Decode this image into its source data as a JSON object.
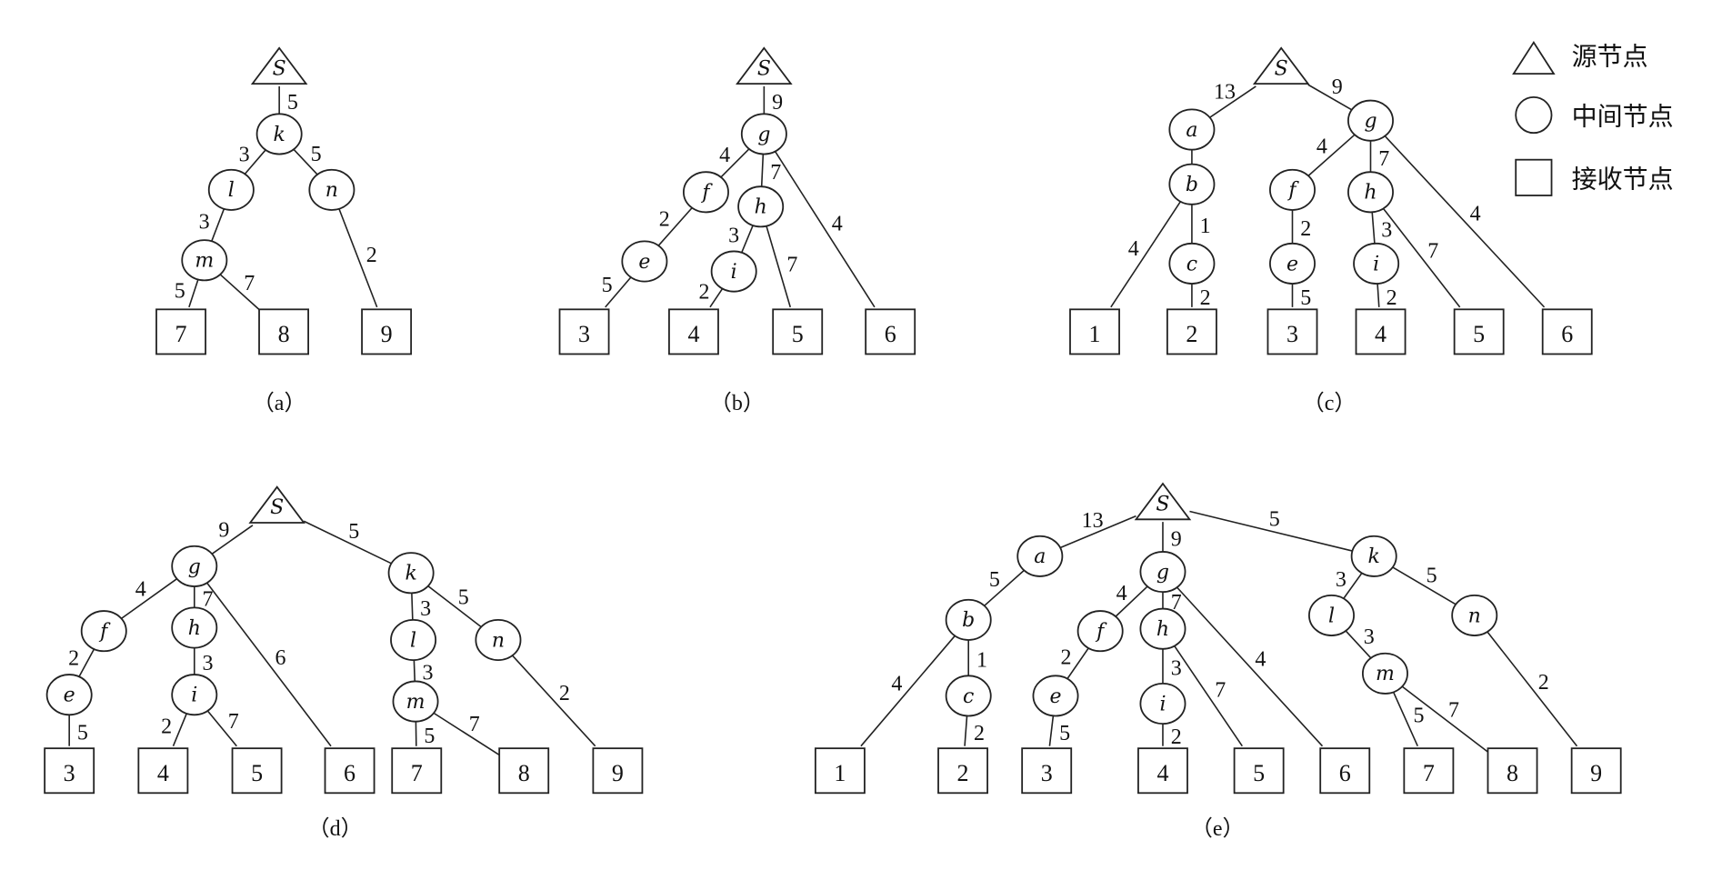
{
  "legend": {
    "source": "源节点",
    "intermediate": "中间节点",
    "sink": "接收节点"
  },
  "panels": [
    {
      "caption": "（a）",
      "source": "S",
      "nodes": [
        "k",
        "l",
        "n",
        "m"
      ],
      "sinks": [
        "7",
        "8",
        "9"
      ],
      "edges": [
        {
          "from": "S",
          "to": "k",
          "w": "5"
        },
        {
          "from": "k",
          "to": "l",
          "w": "3"
        },
        {
          "from": "k",
          "to": "n",
          "w": "5"
        },
        {
          "from": "l",
          "to": "m",
          "w": "3"
        },
        {
          "from": "m",
          "to": "7",
          "w": "5"
        },
        {
          "from": "m",
          "to": "8",
          "w": "7"
        },
        {
          "from": "n",
          "to": "9",
          "w": "2"
        }
      ]
    },
    {
      "caption": "（b）",
      "source": "S",
      "nodes": [
        "g",
        "f",
        "h",
        "e",
        "i"
      ],
      "sinks": [
        "3",
        "4",
        "5",
        "6"
      ],
      "edges": [
        {
          "from": "S",
          "to": "g",
          "w": "9"
        },
        {
          "from": "g",
          "to": "f",
          "w": "4"
        },
        {
          "from": "g",
          "to": "h",
          "w": "7"
        },
        {
          "from": "g",
          "to": "6",
          "w": "4"
        },
        {
          "from": "f",
          "to": "e",
          "w": "2"
        },
        {
          "from": "e",
          "to": "3",
          "w": "5"
        },
        {
          "from": "h",
          "to": "i",
          "w": "3"
        },
        {
          "from": "h",
          "to": "5",
          "w": "7"
        },
        {
          "from": "i",
          "to": "4",
          "w": "2"
        }
      ]
    },
    {
      "caption": "（c）",
      "source": "S",
      "nodes": [
        "a",
        "g",
        "b",
        "f",
        "h",
        "c",
        "e",
        "i"
      ],
      "sinks": [
        "1",
        "2",
        "3",
        "4",
        "5",
        "6"
      ],
      "edges": [
        {
          "from": "S",
          "to": "a",
          "w": "13"
        },
        {
          "from": "S",
          "to": "g",
          "w": "9"
        },
        {
          "from": "a",
          "to": "b",
          "w": ""
        },
        {
          "from": "b",
          "to": "1",
          "w": "4"
        },
        {
          "from": "b",
          "to": "c",
          "w": "1"
        },
        {
          "from": "c",
          "to": "2",
          "w": "2"
        },
        {
          "from": "g",
          "to": "f",
          "w": "4"
        },
        {
          "from": "g",
          "to": "h",
          "w": "7"
        },
        {
          "from": "g",
          "to": "6",
          "w": "4"
        },
        {
          "from": "f",
          "to": "e",
          "w": "2"
        },
        {
          "from": "e",
          "to": "3",
          "w": "5"
        },
        {
          "from": "h",
          "to": "i",
          "w": "3"
        },
        {
          "from": "h",
          "to": "5",
          "w": "7"
        },
        {
          "from": "i",
          "to": "4",
          "w": "2"
        }
      ]
    },
    {
      "caption": "（d）",
      "source": "S",
      "nodes": [
        "g",
        "k",
        "f",
        "h",
        "l",
        "n",
        "e",
        "i",
        "m"
      ],
      "sinks": [
        "3",
        "4",
        "5",
        "6",
        "7",
        "8",
        "9"
      ],
      "edges": [
        {
          "from": "S",
          "to": "g",
          "w": "9"
        },
        {
          "from": "S",
          "to": "k",
          "w": "5"
        },
        {
          "from": "g",
          "to": "f",
          "w": "4"
        },
        {
          "from": "g",
          "to": "h",
          "w": "7"
        },
        {
          "from": "g",
          "to": "6",
          "w": "6"
        },
        {
          "from": "f",
          "to": "e",
          "w": "2"
        },
        {
          "from": "e",
          "to": "3",
          "w": "5"
        },
        {
          "from": "h",
          "to": "i",
          "w": "3"
        },
        {
          "from": "i",
          "to": "4",
          "w": "2"
        },
        {
          "from": "i",
          "to": "5",
          "w": "7"
        },
        {
          "from": "k",
          "to": "l",
          "w": "3"
        },
        {
          "from": "k",
          "to": "n",
          "w": "5"
        },
        {
          "from": "l",
          "to": "m",
          "w": "3"
        },
        {
          "from": "m",
          "to": "7",
          "w": "5"
        },
        {
          "from": "m",
          "to": "8",
          "w": "7"
        },
        {
          "from": "n",
          "to": "9",
          "w": "2"
        }
      ]
    },
    {
      "caption": "（e）",
      "source": "S",
      "nodes": [
        "a",
        "g",
        "k",
        "b",
        "f",
        "h",
        "l",
        "n",
        "c",
        "e",
        "i",
        "m"
      ],
      "sinks": [
        "1",
        "2",
        "3",
        "4",
        "5",
        "6",
        "7",
        "8",
        "9"
      ],
      "edges": [
        {
          "from": "S",
          "to": "a",
          "w": "13"
        },
        {
          "from": "S",
          "to": "g",
          "w": "9"
        },
        {
          "from": "S",
          "to": "k",
          "w": "5"
        },
        {
          "from": "a",
          "to": "b",
          "w": "5"
        },
        {
          "from": "b",
          "to": "1",
          "w": "4"
        },
        {
          "from": "b",
          "to": "c",
          "w": "1"
        },
        {
          "from": "c",
          "to": "2",
          "w": "2"
        },
        {
          "from": "g",
          "to": "f",
          "w": "4"
        },
        {
          "from": "g",
          "to": "h",
          "w": "7"
        },
        {
          "from": "g",
          "to": "6",
          "w": "4"
        },
        {
          "from": "f",
          "to": "e",
          "w": "2"
        },
        {
          "from": "e",
          "to": "3",
          "w": "5"
        },
        {
          "from": "h",
          "to": "i",
          "w": "3"
        },
        {
          "from": "h",
          "to": "5",
          "w": "7"
        },
        {
          "from": "i",
          "to": "4",
          "w": "2"
        },
        {
          "from": "k",
          "to": "l",
          "w": "3"
        },
        {
          "from": "k",
          "to": "n",
          "w": "5"
        },
        {
          "from": "l",
          "to": "m",
          "w": "3"
        },
        {
          "from": "m",
          "to": "7",
          "w": "5"
        },
        {
          "from": "m",
          "to": "8",
          "w": "7"
        },
        {
          "from": "n",
          "to": "9",
          "w": "2"
        }
      ]
    }
  ]
}
